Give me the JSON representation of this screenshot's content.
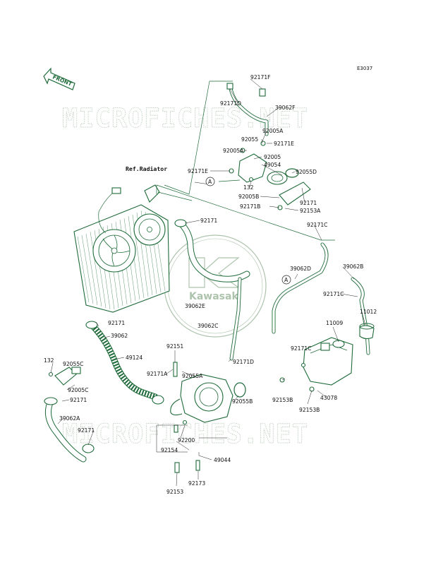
{
  "diagram": {
    "code": "E3037",
    "front_label": "FRONT",
    "ref_label": "Ref.Radiator",
    "watermarks": [
      "MICROFICHES.NET",
      "MICROFICHES.NET"
    ],
    "logo_text": "Kawasaki",
    "callouts": {
      "A1": "A",
      "A2": "A"
    },
    "parts": {
      "p92171F": "92171F",
      "p92171D_top": "92171D",
      "p39062F": "39062F",
      "p92005A_1": "92005A",
      "p92055": "92055",
      "p92171E_r": "92171E",
      "p92005A_2": "92005A",
      "p92005": "92005",
      "p49054": "49054",
      "p92171E_l": "92171E",
      "p92055D": "92055D",
      "p132_top": "132",
      "p92005B": "92005B",
      "p92171_r": "92171",
      "p92171B": "92171B",
      "p92153A": "92153A",
      "p92171_mid": "92171",
      "p92171C_top": "92171C",
      "p39062D": "39062D",
      "p39062B": "39062B",
      "p92171C_mid": "92171C",
      "p11012": "11012",
      "p39062E": "39062E",
      "p11009": "11009",
      "p39062C": "39062C",
      "p92171_left": "92171",
      "p39062": "39062",
      "p92151": "92151",
      "p49124": "49124",
      "p92171C_low": "92171C",
      "p132_low": "132",
      "p92055C": "92055C",
      "p92171D_low": "92171D",
      "p92171A": "92171A",
      "p92055A": "92055A",
      "p92005C": "92005C",
      "p92171_low": "92171",
      "p92055B": "92055B",
      "p92153B_1": "92153B",
      "p39062A": "39062A",
      "p43078": "43078",
      "p92153B_2": "92153B",
      "p92171_bot": "92171",
      "p92200": "92200",
      "p92154": "92154",
      "p49044": "49044",
      "p92173": "92173",
      "p92153": "92153"
    }
  }
}
